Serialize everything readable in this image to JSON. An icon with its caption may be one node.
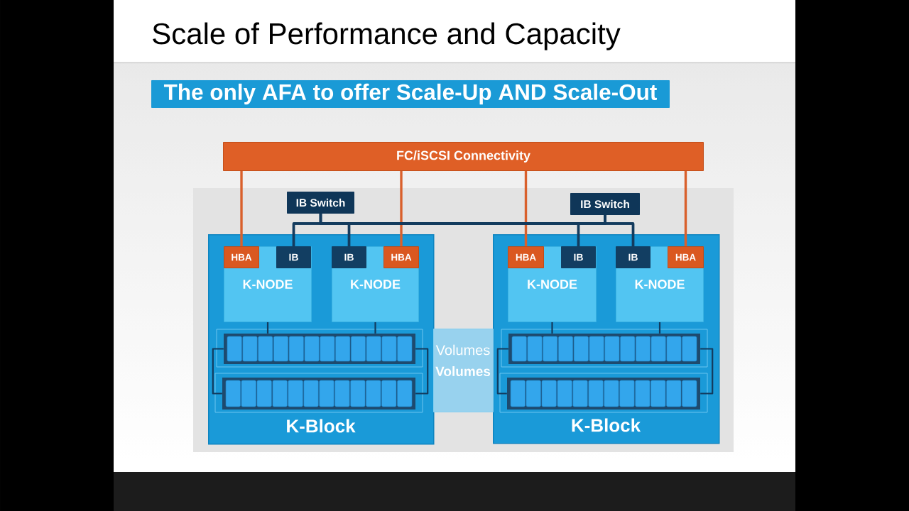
{
  "diagram": {
    "title": "Scale of Performance and Capacity",
    "nodes": [
      {
        "text": [
          "The only AFA to offer Scale-Up AND Scale-Out"
        ]
      },
      {
        "text": [
          "FC/iSCSI Connectivity"
        ]
      },
      {
        "text": [
          "IB Switch"
        ]
      },
      {
        "text": [
          "IB Switch"
        ]
      },
      {
        "text": [
          "K-Block"
        ]
      },
      {
        "text": [
          "K-NODE"
        ],
        "in": 4
      },
      {
        "text": [
          "HBA"
        ],
        "in": 5
      },
      {
        "text": [
          "IB"
        ],
        "in": 5
      },
      {
        "text": [
          "K-NODE"
        ],
        "in": 4
      },
      {
        "text": [
          "IB"
        ],
        "in": 8
      },
      {
        "text": [
          "HBA"
        ],
        "in": 8
      },
      {
        "text": [],
        "shape": "box",
        "in": 4
      },
      {
        "text": [],
        "shape": "box",
        "in": 4
      },
      {
        "text": [
          "K-Block"
        ]
      },
      {
        "text": [
          "K-NODE"
        ],
        "in": 13
      },
      {
        "text": [
          "HBA"
        ],
        "in": 14
      },
      {
        "text": [
          "IB"
        ],
        "in": 14
      },
      {
        "text": [
          "K-NODE"
        ],
        "in": 13
      },
      {
        "text": [
          "IB"
        ],
        "in": 17
      },
      {
        "text": [
          "HBA"
        ],
        "in": 17
      },
      {
        "text": [],
        "shape": "box",
        "in": 13
      },
      {
        "text": [],
        "shape": "box",
        "in": 13
      },
      {
        "text": [
          "Volumes",
          "Volumes"
        ]
      }
    ],
    "edges": [
      {
        "from": 1,
        "to": 6,
        "arrow": "none",
        "color": "#d9602c"
      },
      {
        "from": 1,
        "to": 10,
        "arrow": "none",
        "color": "#d9602c"
      },
      {
        "from": 1,
        "to": 15,
        "arrow": "none",
        "color": "#d9602c"
      },
      {
        "from": 1,
        "to": 19,
        "arrow": "none",
        "color": "#d9602c"
      },
      {
        "from": 2,
        "to": 7,
        "arrow": "none"
      },
      {
        "from": 2,
        "to": 9,
        "arrow": "none"
      },
      {
        "from": 2,
        "to": 16,
        "arrow": "none"
      },
      {
        "from": 2,
        "to": 18,
        "arrow": "none"
      },
      {
        "from": 3,
        "to": 7,
        "arrow": "none"
      },
      {
        "from": 3,
        "to": 9,
        "arrow": "none"
      },
      {
        "from": 3,
        "to": 16,
        "arrow": "none"
      },
      {
        "from": 3,
        "to": 18,
        "arrow": "none"
      },
      {
        "from": 5,
        "to": 11,
        "arrow": "none"
      },
      {
        "from": 8,
        "to": 11,
        "arrow": "none"
      },
      {
        "from": 11,
        "to": 12,
        "arrow": "none"
      },
      {
        "from": 11,
        "to": 12,
        "arrow": "none"
      },
      {
        "from": 14,
        "to": 20,
        "arrow": "none"
      },
      {
        "from": 17,
        "to": 20,
        "arrow": "none"
      },
      {
        "from": 20,
        "to": 21,
        "arrow": "none"
      },
      {
        "from": 20,
        "to": 21,
        "arrow": "none"
      }
    ]
  }
}
